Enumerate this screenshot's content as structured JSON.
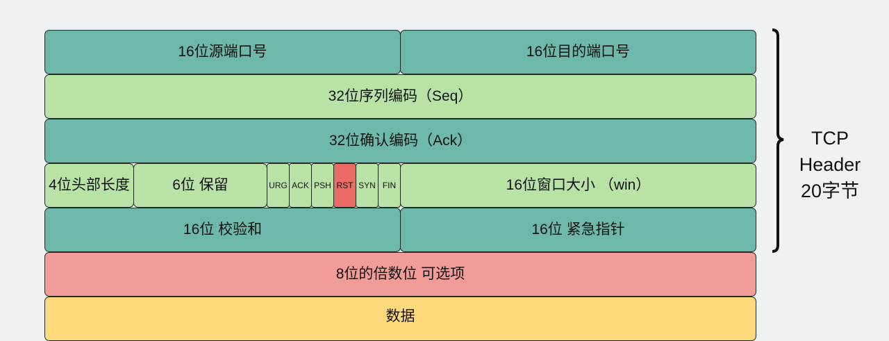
{
  "rows": {
    "src_port": "16位源端口号",
    "dst_port": "16位目的端口号",
    "seq": "32位序列编码（Seq）",
    "ack": "32位确认编码（Ack）",
    "header_len": "4位头部长度",
    "reserved": "6位 保留",
    "flags": [
      "URG",
      "ACK",
      "PSH",
      "RST",
      "SYN",
      "FIN"
    ],
    "window": "16位窗口大小 （win）",
    "checksum": "16位 校验和",
    "urgent": "16位 紧急指针",
    "options": "8位的倍数位 可选项",
    "data": "数据"
  },
  "annotation": {
    "line1": "TCP",
    "line2": "Header",
    "line3": "20字节"
  },
  "colors": {
    "teal": "#6db8a8",
    "green": "#b8e2a6",
    "highlight_flag": "#ea6b66",
    "options": "#f19c99",
    "data": "#ffd97b"
  }
}
